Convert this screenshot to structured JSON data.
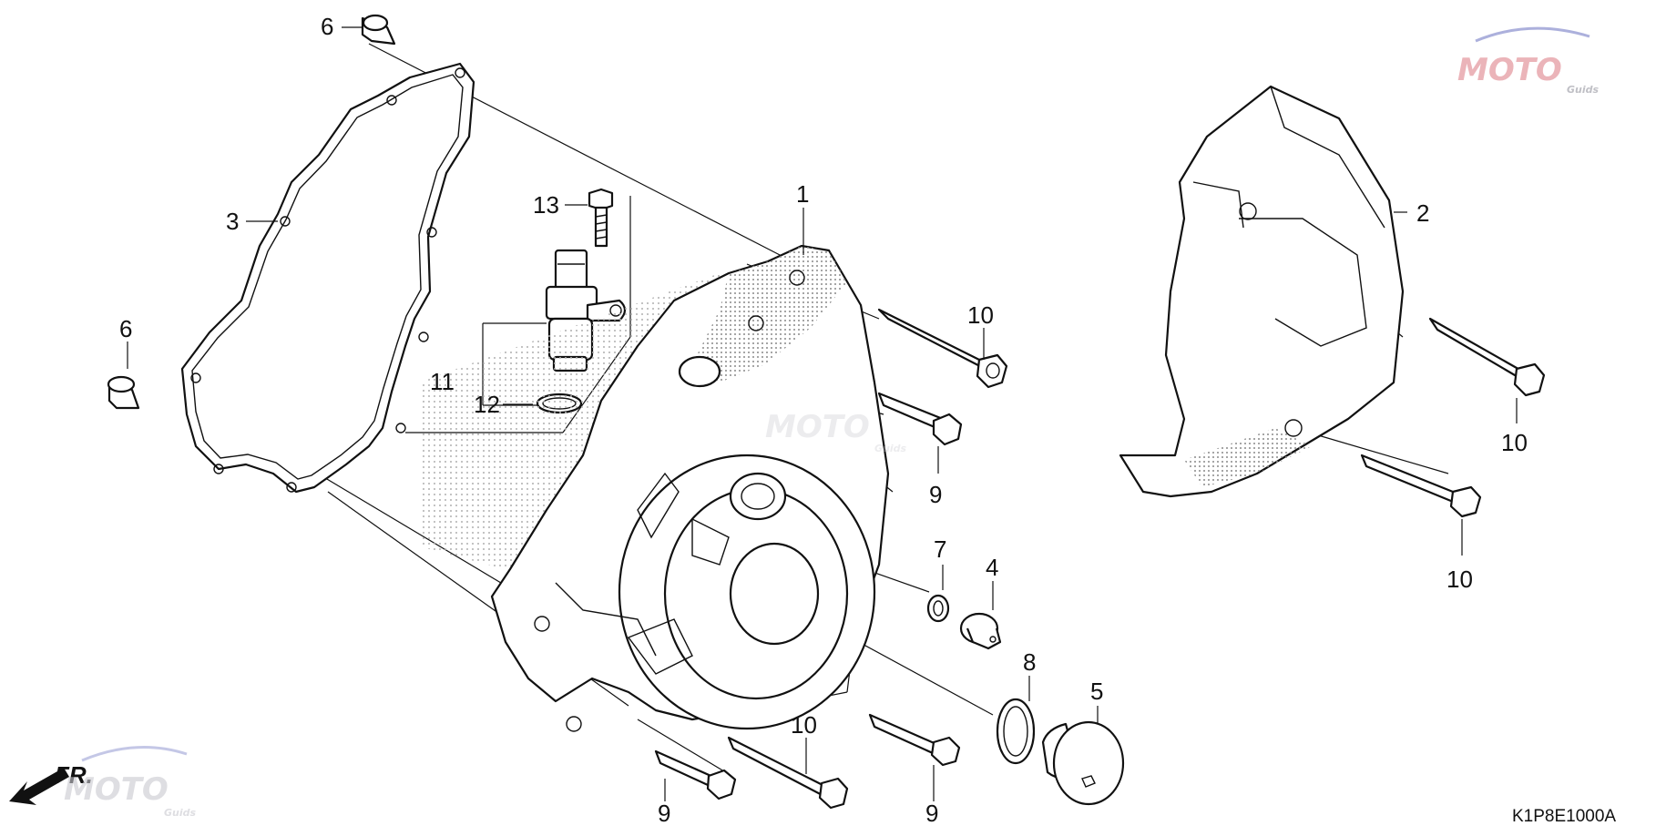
{
  "diagram": {
    "part_labels": {
      "p1": "1",
      "p2": "2",
      "p3": "3",
      "p4": "4",
      "p5": "5",
      "p6a": "6",
      "p6b": "6",
      "p7": "7",
      "p8": "8",
      "p9a": "9",
      "p9b": "9",
      "p9c": "9",
      "p10a": "10",
      "p10b": "10",
      "p10c": "10",
      "p10d": "10",
      "p11": "11",
      "p12": "12",
      "p13": "13"
    },
    "front_indicator": "FR.",
    "drawing_code": "K1P8E1000A",
    "watermark": {
      "brand": "MOTO",
      "sub": "Guids",
      "colors": [
        "#c9c9cf",
        "#e8a7ad",
        "#9ea3d6"
      ]
    }
  }
}
